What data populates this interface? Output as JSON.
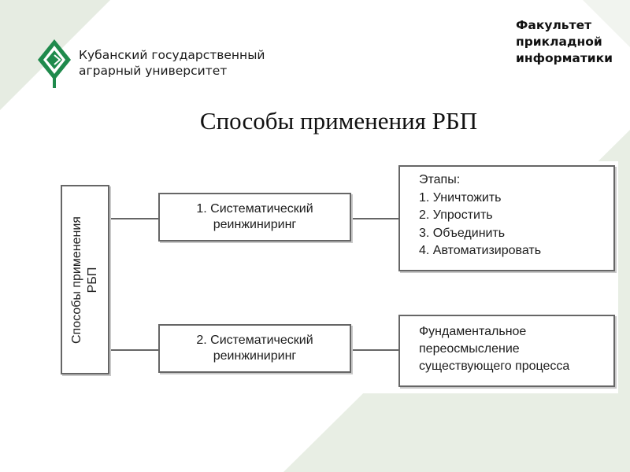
{
  "header": {
    "university_name_lines": [
      "Кубанский государственный",
      "аграрный университет"
    ],
    "faculty_lines": [
      "Факультет",
      "прикладной",
      "информатики"
    ]
  },
  "title": "Способы применения РБП",
  "diagram": {
    "root": {
      "lines": [
        "Способы применения",
        "РБП"
      ]
    },
    "branches": [
      {
        "method_lines": [
          "1. Систематический",
          "реинжиниринг"
        ],
        "detail_lines": [
          "Этапы:",
          "1. Уничтожить",
          "2. Упростить",
          "3. Объединить",
          "4. Автоматизировать"
        ]
      },
      {
        "method_lines": [
          "2. Систематический",
          "реинжиниринг"
        ],
        "detail_lines": [
          "Фундаментальное",
          "переосмысление",
          "существующего процесса"
        ]
      }
    ]
  },
  "colors": {
    "accent_green": "#1f8a4c",
    "background_pale_green": "#e4ebe0",
    "box_border": "#666666"
  },
  "icons": {
    "logo": "leaf-logo-icon"
  }
}
